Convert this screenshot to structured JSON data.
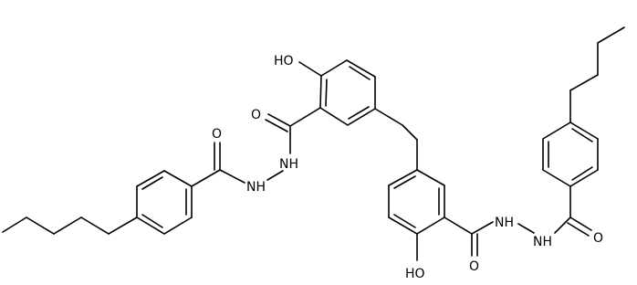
{
  "structure": {
    "background": "#ffffff",
    "bond_color": "#000000",
    "atom_labels": {
      "hydroxyl_top": "HO",
      "carbonyl_o_left_hydrazide": "O",
      "nh_top_left": "NH",
      "nh_bottom_left": "NH",
      "carbonyl_o_left_benzoyl": "O",
      "hydroxyl_bottom": "HO",
      "carbonyl_o_right_hydrazide": "O",
      "nh_right_upper": "NH",
      "nh_right_lower": "NH",
      "carbonyl_o_right_benzoyl": "O"
    }
  }
}
